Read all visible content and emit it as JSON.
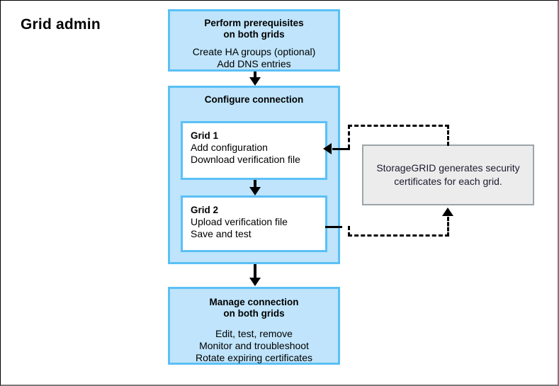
{
  "diagram": {
    "role_label": "Grid admin",
    "colors": {
      "box_fill": "#bfe4fb",
      "box_border": "#5bc0f5",
      "note_fill": "#ececec",
      "note_border": "#9aa5a8",
      "connector": "#000000",
      "text": "#000000"
    },
    "steps": {
      "prerequisites": {
        "heading": "Perform prerequisites\non both grids",
        "body": "Create HA groups (optional)\nAdd DNS entries"
      },
      "configure": {
        "heading": "Configure connection",
        "grid1": {
          "title": "Grid 1",
          "body": "Add configuration\nDownload verification file"
        },
        "grid2": {
          "title": "Grid 2",
          "body": "Upload verification file\nSave and test"
        }
      },
      "manage": {
        "heading": "Manage connection\non both grids",
        "body": "Edit, test, remove\nMonitor and troubleshoot\nRotate expiring certificates"
      }
    },
    "note": {
      "text": "StorageGRID generates security\ncertificates for each grid."
    }
  }
}
